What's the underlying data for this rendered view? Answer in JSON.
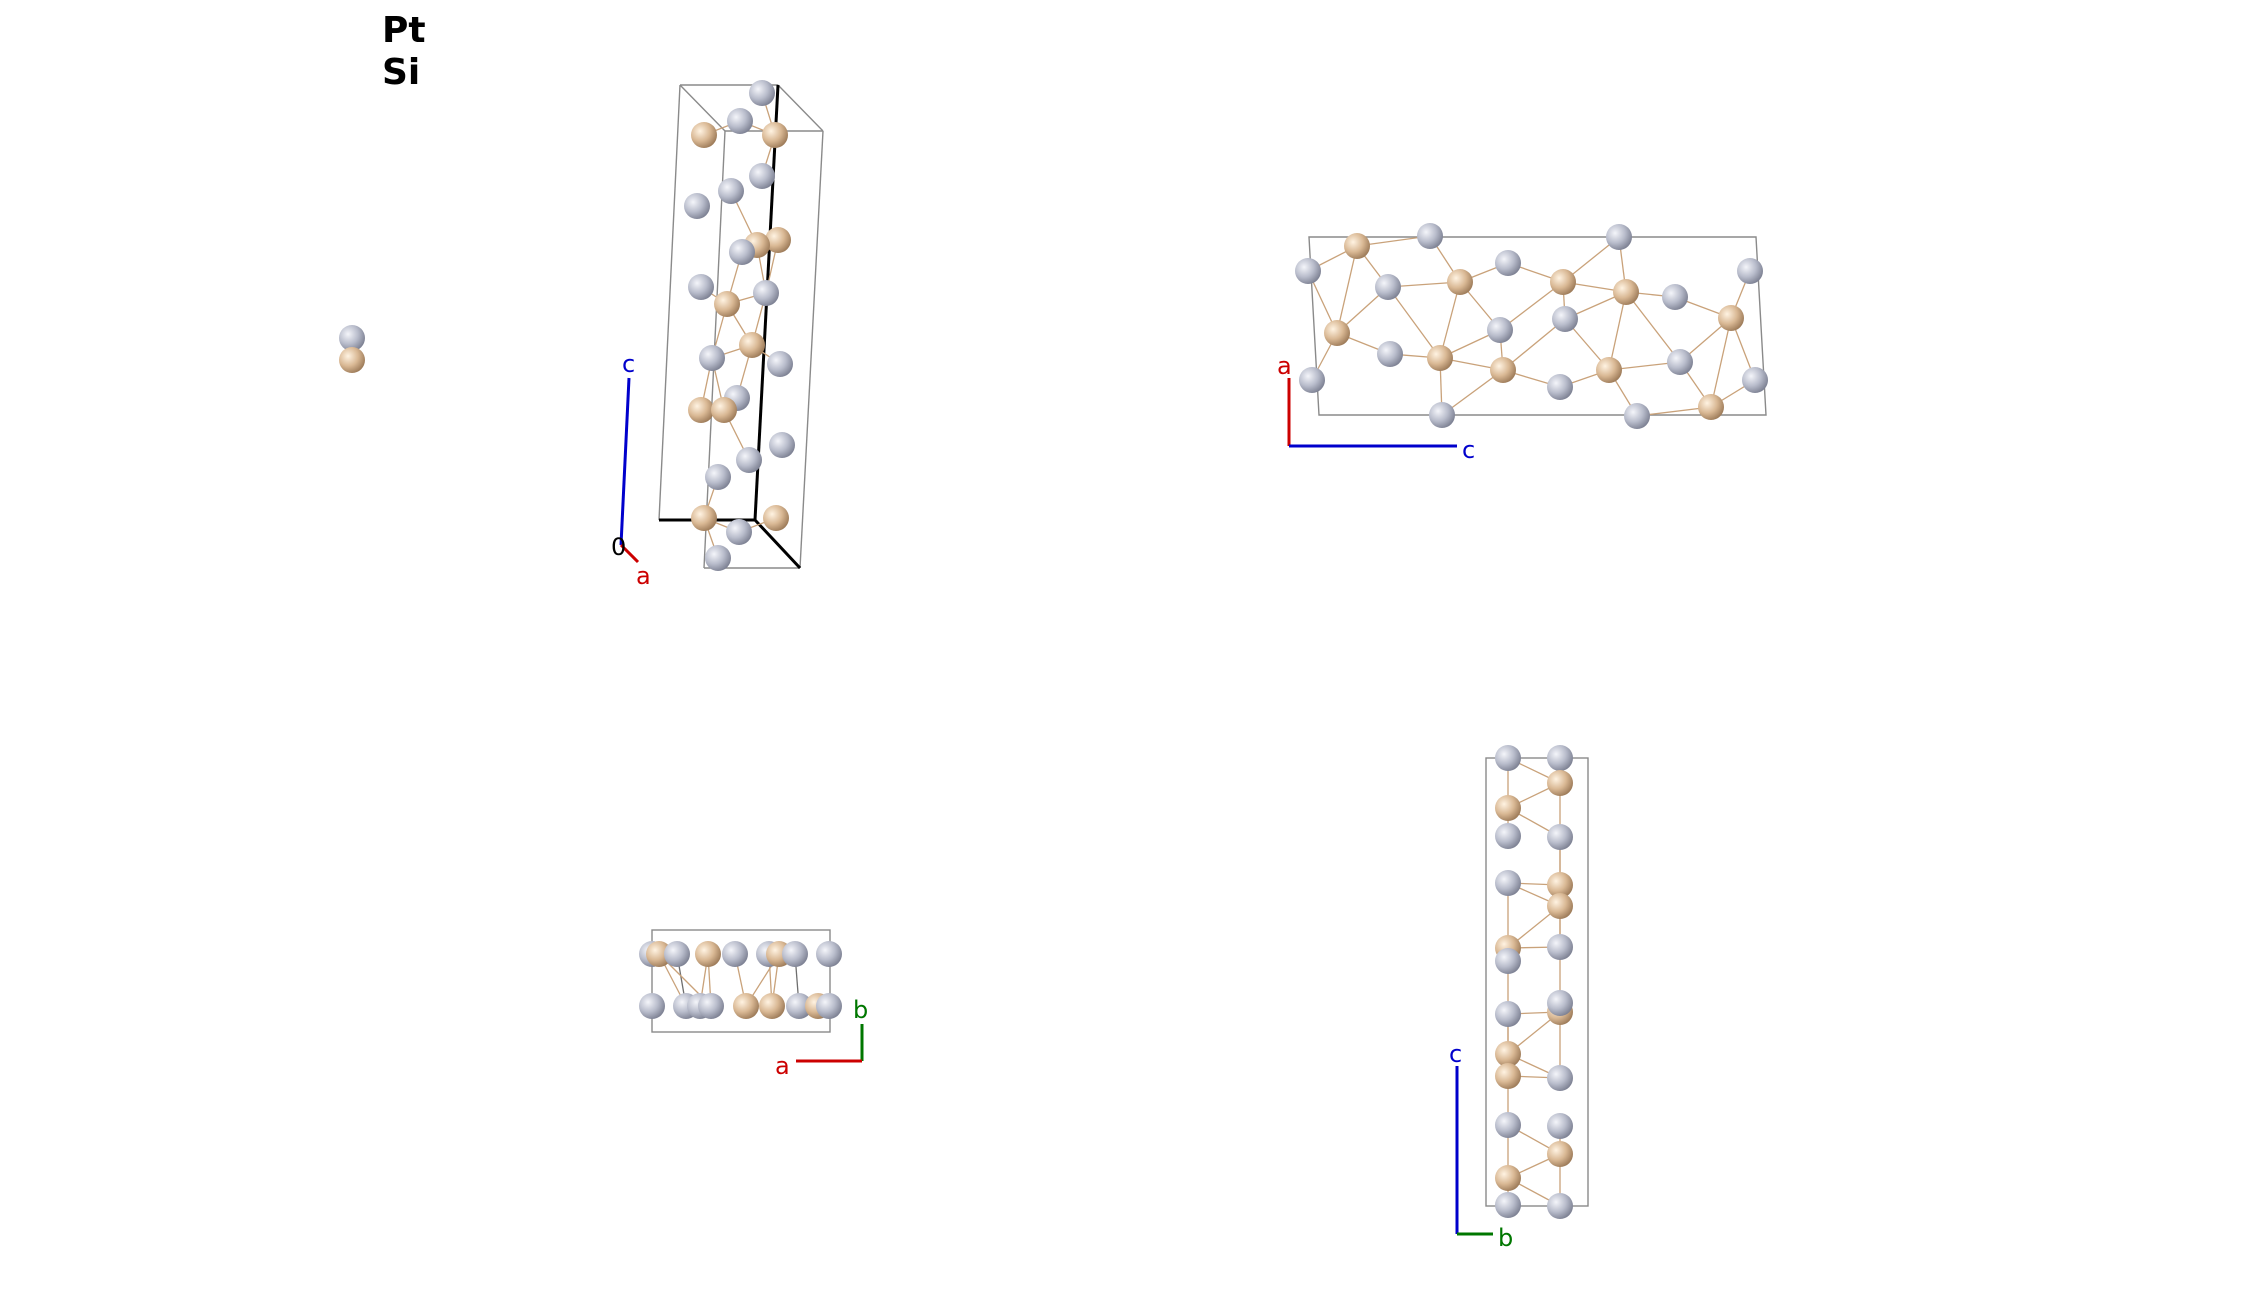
{
  "legend": {
    "elements": [
      {
        "symbol": "Pt",
        "color": "#d9b894"
      },
      {
        "symbol": "Si",
        "color": "#b8bccb"
      }
    ]
  },
  "views": [
    {
      "name": "perspective-view",
      "axes": [
        {
          "label": "c",
          "color": "#0000cc"
        },
        {
          "label": "a",
          "color": "#cc0000"
        },
        {
          "label": "0",
          "color": "#000000"
        }
      ]
    },
    {
      "name": "view-along-b",
      "axes": [
        {
          "label": "a",
          "color": "#cc0000"
        },
        {
          "label": "c",
          "color": "#0000cc"
        }
      ]
    },
    {
      "name": "view-along-c",
      "axes": [
        {
          "label": "b",
          "color": "#007700"
        },
        {
          "label": "a",
          "color": "#cc0000"
        }
      ]
    },
    {
      "name": "view-along-a",
      "axes": [
        {
          "label": "c",
          "color": "#0000cc"
        },
        {
          "label": "b",
          "color": "#007700"
        }
      ]
    }
  ],
  "colors": {
    "pt_atom": "#d9b894",
    "si_atom": "#b8bccb",
    "cell_edge": "#8a8a8a",
    "bond_pt": "#c9a27a",
    "bond_si": "#6e6e6e"
  }
}
